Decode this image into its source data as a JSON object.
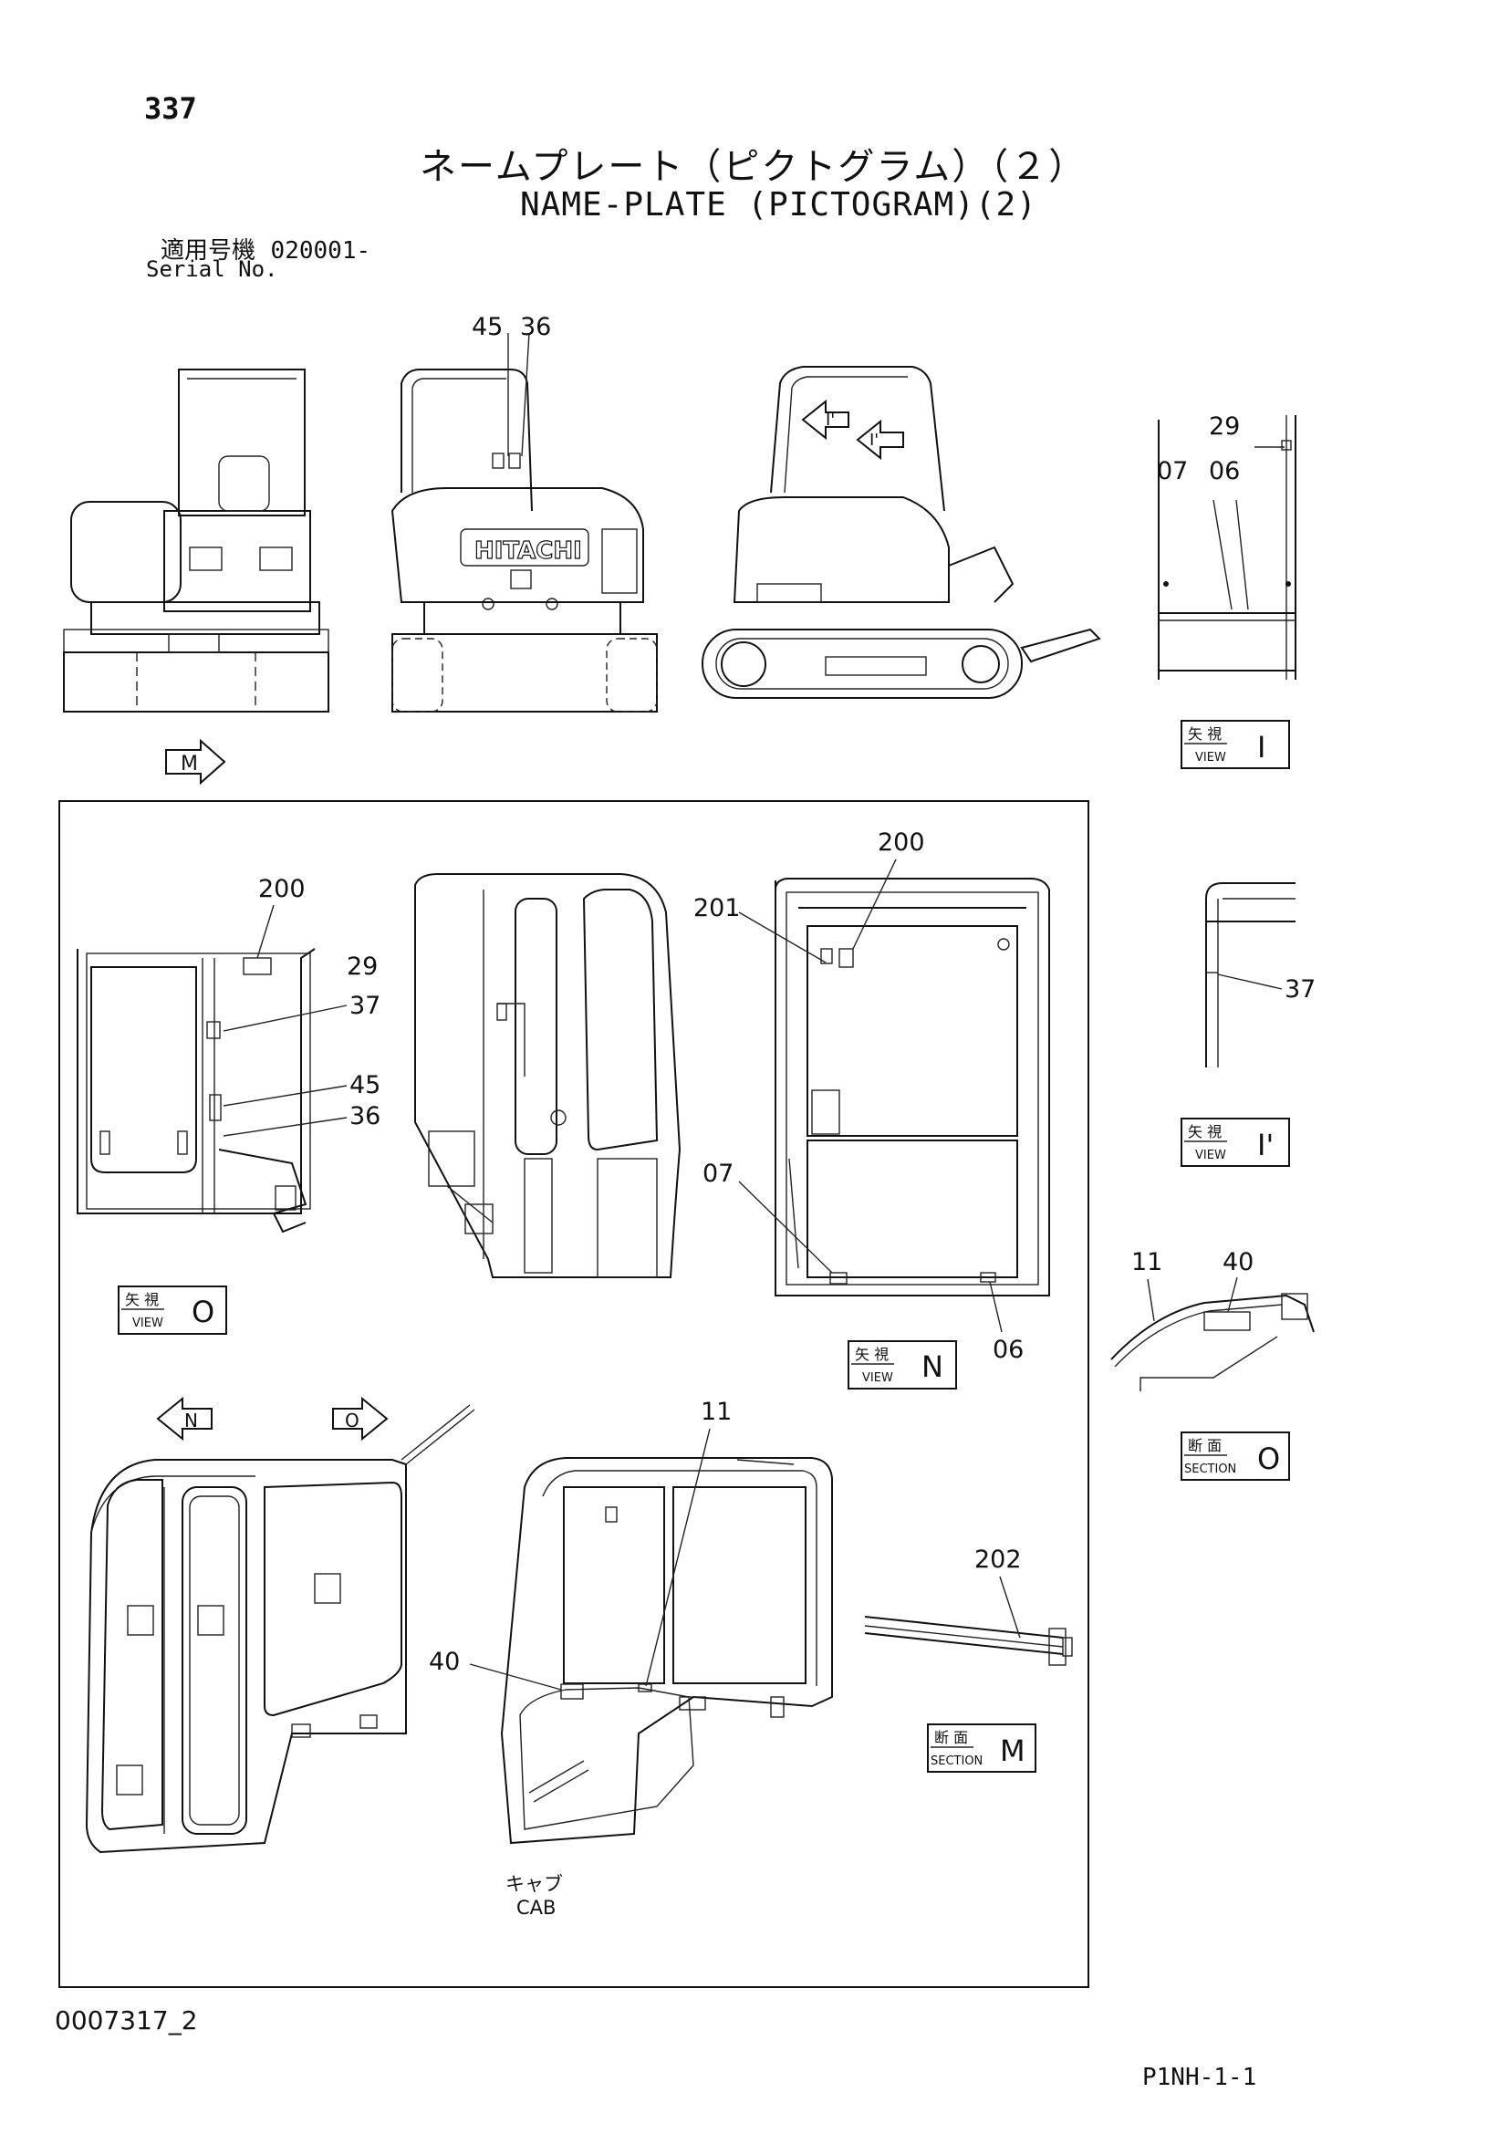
{
  "header": {
    "page_number": "337",
    "title_ja": "ネームプレート（ピクトグラム）（２）",
    "title_en": "NAME-PLATE (PICTOGRAM)(2)",
    "serial_label_ja": "適用号機",
    "serial_value": "020001-",
    "serial_label_en": "Serial No."
  },
  "callouts": {
    "c45_top": "45",
    "c36_top": "36",
    "c29_top": "29",
    "c07_top": "07",
    "c06_top": "06",
    "c200_o": "200",
    "c29_o": "29",
    "c37_o": "37",
    "c45_o": "45",
    "c36_o": "36",
    "c200_n": "200",
    "c201_n": "201",
    "c07_n": "07",
    "c06_n": "06",
    "c37_i2": "37",
    "c11_sec": "11",
    "c40_sec": "40",
    "c11_cab": "11",
    "c40_cab": "40",
    "c202_m": "202"
  },
  "arrows": {
    "m": "M",
    "i1": "I'",
    "i2": "I'",
    "n": "N",
    "o": "O"
  },
  "view_boxes": {
    "view_i": {
      "ja": "矢 視",
      "en": "VIEW",
      "letter": "I"
    },
    "view_i2": {
      "ja": "矢 視",
      "en": "VIEW",
      "letter": "I'"
    },
    "view_o": {
      "ja": "矢 視",
      "en": "VIEW",
      "letter": "O"
    },
    "view_n": {
      "ja": "矢 視",
      "en": "VIEW",
      "letter": "N"
    },
    "section_o": {
      "ja": "断 面",
      "en": "SECTION",
      "letter": "O"
    },
    "section_m": {
      "ja": "断 面",
      "en": "SECTION",
      "letter": "M"
    }
  },
  "cab_caption": {
    "ja": "キャブ",
    "en": "CAB"
  },
  "brand_text": "HITACHI",
  "footer": {
    "code": "0007317_2",
    "ref": "P1NH-1-1"
  }
}
